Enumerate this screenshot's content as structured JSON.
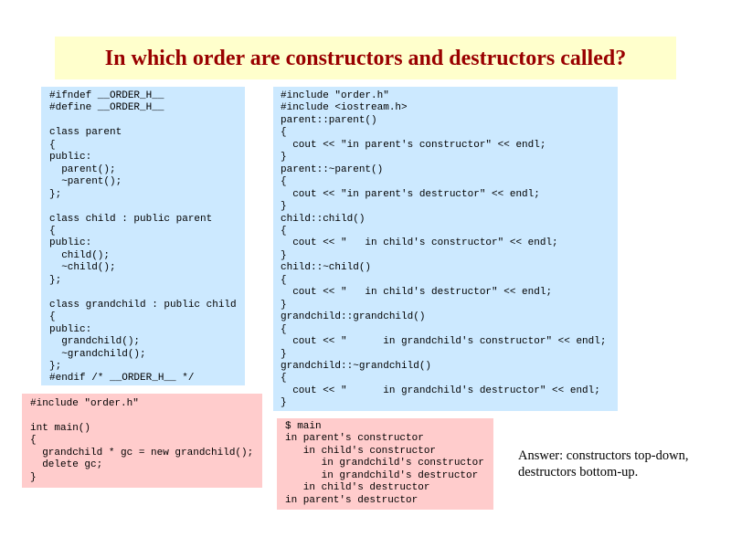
{
  "slide": {
    "title": "In which order are constructors and destructors called?",
    "header_code": "#ifndef __ORDER_H__\n#define __ORDER_H__\n\nclass parent\n{\npublic:\n  parent();\n  ~parent();\n};\n\nclass child : public parent\n{\npublic:\n  child();\n  ~child();\n};\n\nclass grandchild : public child\n{\npublic:\n  grandchild();\n  ~grandchild();\n};\n#endif /* __ORDER_H__ */",
    "impl_code": "#include \"order.h\"\n#include <iostream.h>\nparent::parent()\n{\n  cout << \"in parent's constructor\" << endl;\n}\nparent::~parent()\n{\n  cout << \"in parent's destructor\" << endl;\n}\nchild::child()\n{\n  cout << \"   in child's constructor\" << endl;\n}\nchild::~child()\n{\n  cout << \"   in child's destructor\" << endl;\n}\ngrandchild::grandchild()\n{\n  cout << \"      in grandchild's constructor\" << endl;\n}\ngrandchild::~grandchild()\n{\n  cout << \"      in grandchild's destructor\" << endl;\n}",
    "main_code": "#include \"order.h\"\n\nint main()\n{\n  grandchild * gc = new grandchild();\n  delete gc;\n}",
    "output_code": "$ main\nin parent's constructor\n   in child's constructor\n      in grandchild's constructor\n      in grandchild's destructor\n   in child's destructor\nin parent's destructor",
    "answer": "Answer: constructors top-down,\ndestructors bottom-up."
  }
}
